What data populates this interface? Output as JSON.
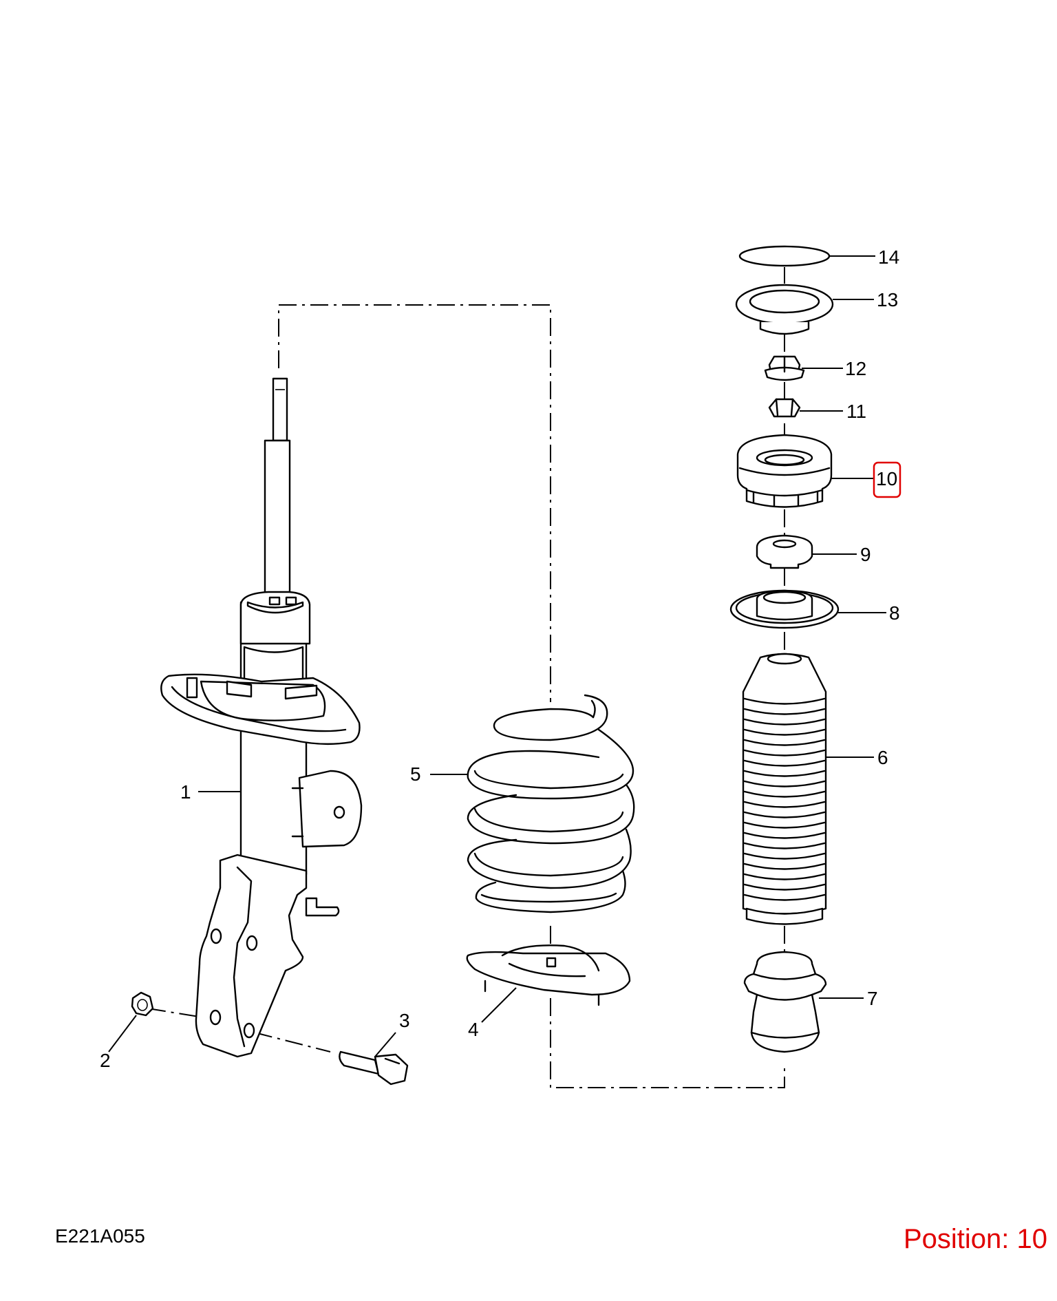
{
  "diagram": {
    "code": "E221A055",
    "position_label": "Position: 10",
    "highlight_color": "#e00000",
    "callouts": [
      {
        "id": "1",
        "text": "1"
      },
      {
        "id": "2",
        "text": "2"
      },
      {
        "id": "3",
        "text": "3"
      },
      {
        "id": "4",
        "text": "4"
      },
      {
        "id": "5",
        "text": "5"
      },
      {
        "id": "6",
        "text": "6"
      },
      {
        "id": "7",
        "text": "7"
      },
      {
        "id": "8",
        "text": "8"
      },
      {
        "id": "9",
        "text": "9"
      },
      {
        "id": "10",
        "text": "10"
      },
      {
        "id": "11",
        "text": "11"
      },
      {
        "id": "12",
        "text": "12"
      },
      {
        "id": "13",
        "text": "13"
      },
      {
        "id": "14",
        "text": "14"
      }
    ]
  }
}
